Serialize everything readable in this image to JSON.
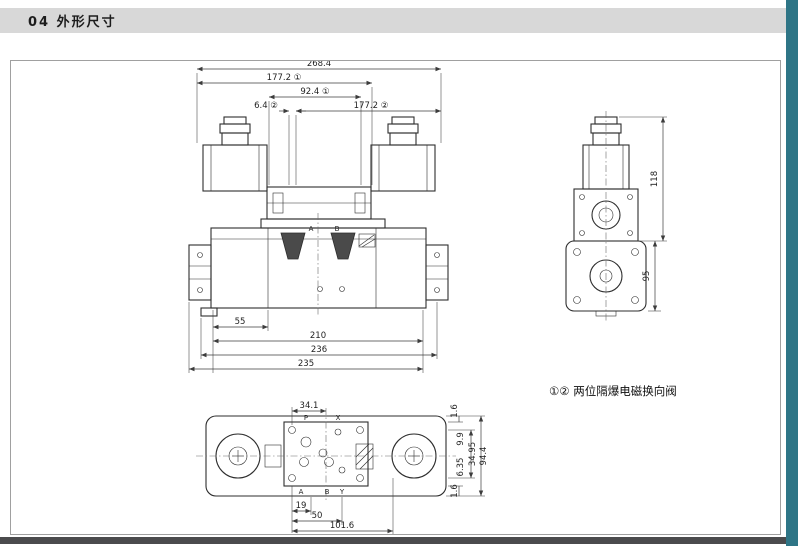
{
  "header": {
    "title": "04 外形尺寸"
  },
  "note": "①② 两位隔爆电磁换向阀",
  "front_view": {
    "dims_top": {
      "overall": "268.4",
      "d177_1": "177.2 ①",
      "d92": "92.4 ①",
      "d6": "6.4 ②",
      "d177_2": "177.2 ②"
    },
    "dims_bottom": {
      "d55": "55",
      "d210": "210",
      "d236": "236",
      "d235": "235"
    },
    "ports": {
      "a": "A",
      "b": "B"
    }
  },
  "side_view": {
    "dims": {
      "d118": "118",
      "d95": "95"
    }
  },
  "bottom_view": {
    "dims": {
      "d34_1": "34.1",
      "d1_6_top": "1.6",
      "d9_9": "9.9",
      "d6_35": "6.35",
      "d34_95": "34.95",
      "d94_4": "94.4",
      "d1_6_bottom": "1.6",
      "d19": "19",
      "d50": "50",
      "d101_6": "101.6"
    },
    "ports": {
      "p": "P",
      "x": "X",
      "a": "A",
      "b": "B",
      "y": "Y"
    }
  },
  "colors": {
    "accent_teal": "#2e7586",
    "header_gray": "#d8d8d8",
    "footer_gray": "#4b4b4d",
    "line": "#2e2e2e"
  }
}
